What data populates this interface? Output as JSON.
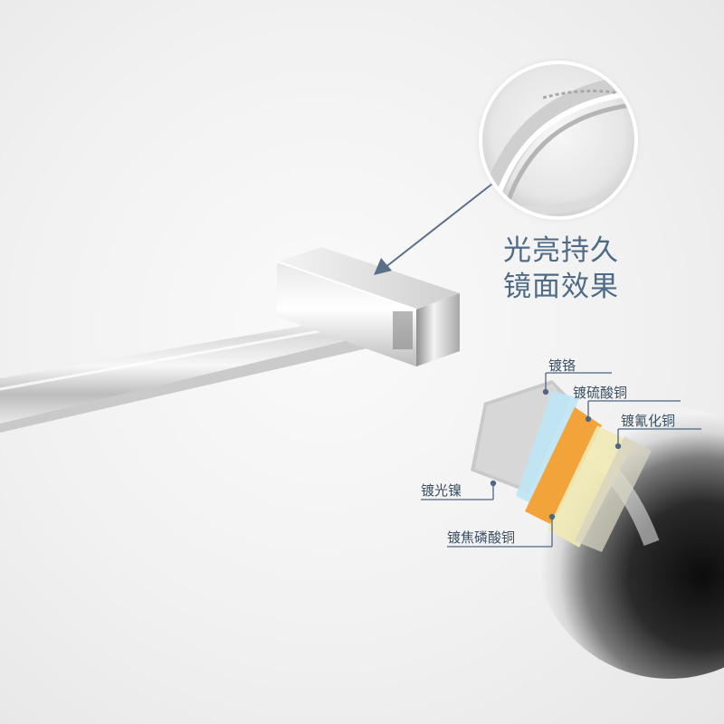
{
  "caption": {
    "line1": "光亮持久",
    "line2": "镜面效果"
  },
  "layers": {
    "chrome": "镀铬",
    "acid_copper": "镀硫酸铜",
    "cyanide_copper": "镀氰化铜",
    "bright_nickel": "镀光镍",
    "pyrophosphate_copper": "镀焦磷酸铜"
  },
  "colors": {
    "caption_text": "#4f6b86",
    "label_text": "#3a4f64",
    "arrow": "#5a7088",
    "chrome_layer": "#c9c9c9",
    "cyan_layer": "#bfe6f5",
    "orange_layer": "#f2a33a",
    "cream_layer": "#f1e9b4",
    "grey_layer": "#d6d2c2"
  },
  "icons": {
    "arrow": "arrow-icon",
    "magnifier": "magnifier-icon"
  }
}
